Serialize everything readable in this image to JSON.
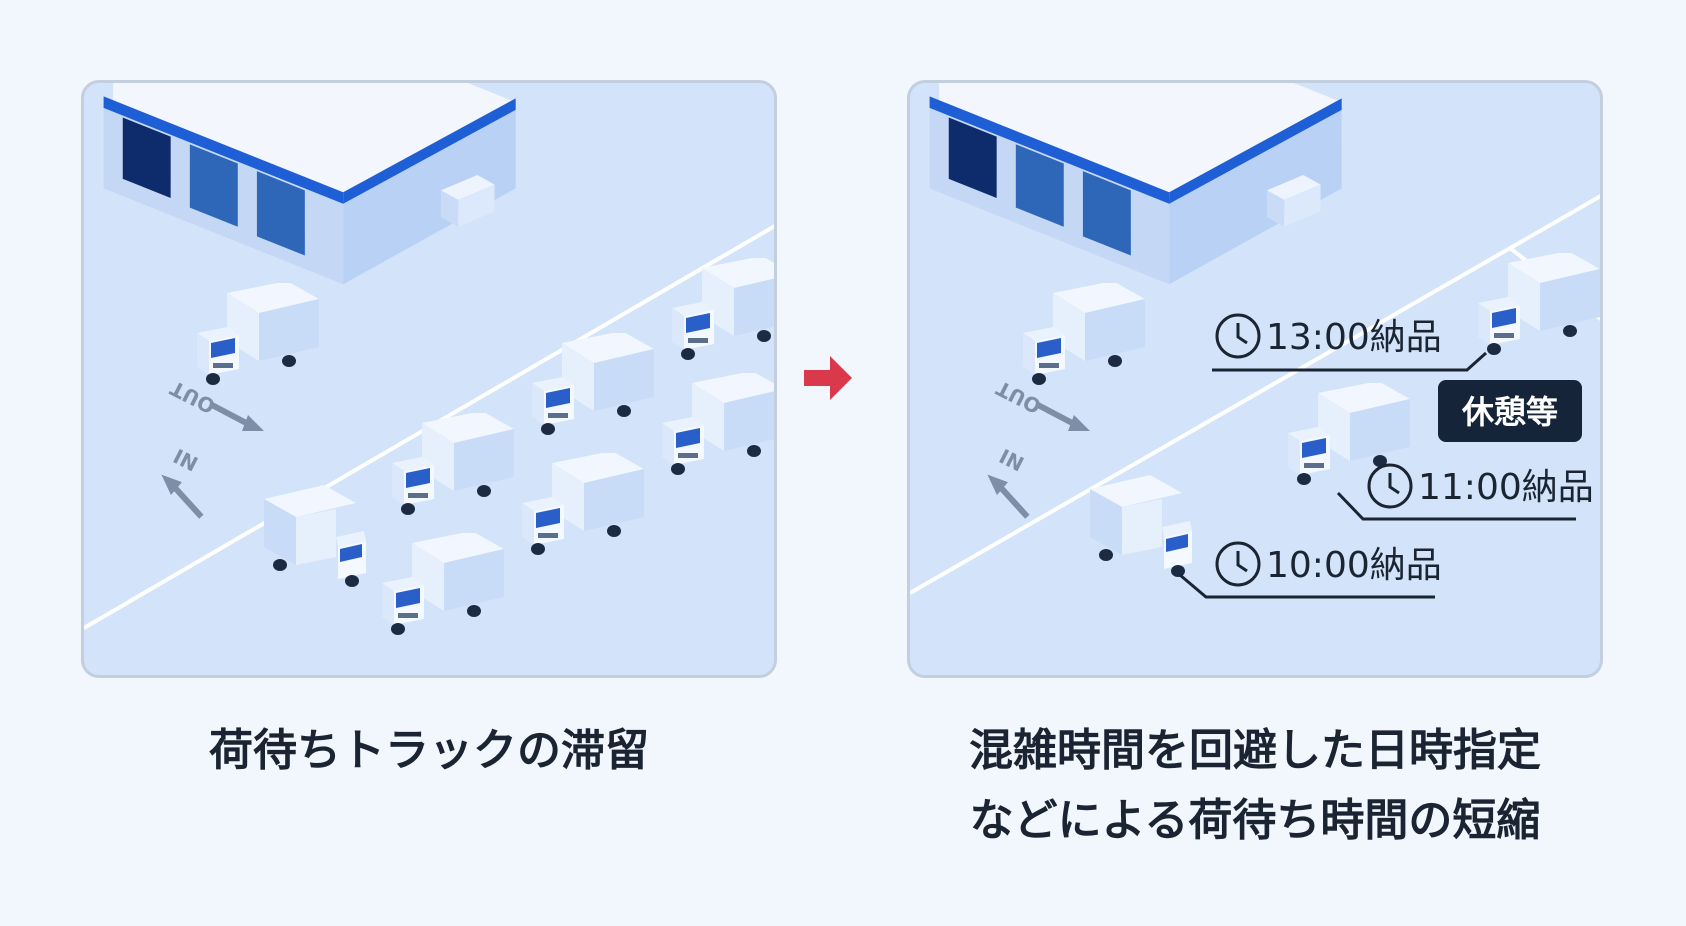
{
  "colors": {
    "background": "#f2f6fd",
    "panel_fill": "#d3e3f9",
    "panel_border": "#c3cfdf",
    "warehouse_blue": "#1f5fd6",
    "door_navy": "#0e2b6b",
    "arrow_red": "#d9394a",
    "dark_badge": "#16243a",
    "text_dark": "#1b2432"
  },
  "left_panel": {
    "road_labels": {
      "out": "OUT",
      "in": "IN"
    },
    "caption": "荷待ちトラックの滞留"
  },
  "right_panel": {
    "road_labels": {
      "out": "OUT",
      "in": "IN"
    },
    "delivery_labels": [
      {
        "time": "13:00納品",
        "icon": "clock-icon"
      },
      {
        "time": "11:00納品",
        "icon": "clock-icon"
      },
      {
        "time": "10:00納品",
        "icon": "clock-icon"
      }
    ],
    "rest_badge": "休憩等",
    "caption_line1": "混雑時間を回避した日時指定",
    "caption_line2": "などによる荷待ち時間の短縮"
  },
  "transition_arrow": "right-arrow-icon"
}
